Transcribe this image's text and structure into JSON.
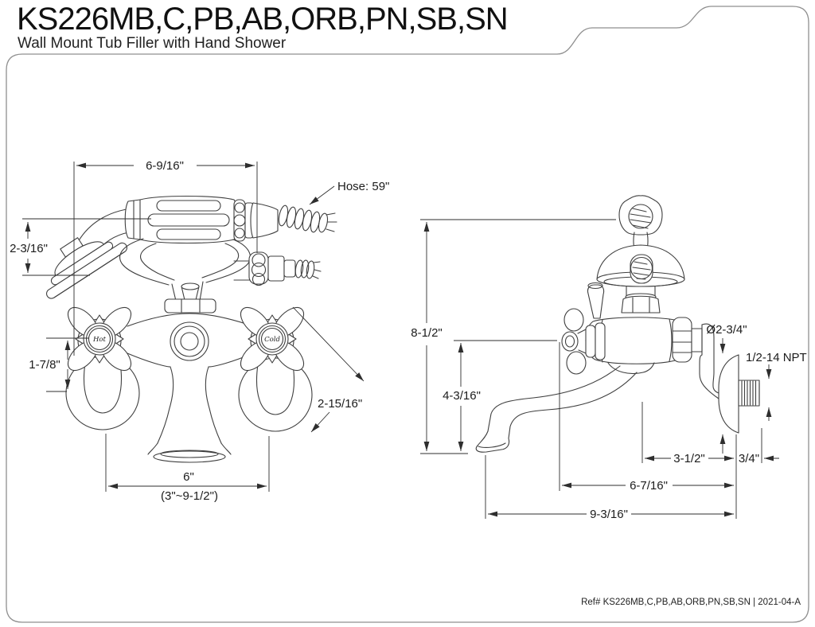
{
  "header": {
    "title": "KS226MB,C,PB,AB,ORB,PN,SB,SN",
    "subtitle": "Wall Mount Tub Filler with Hand Shower"
  },
  "footer": {
    "ref_text": "Ref# KS226MB,C,PB,AB,ORB,PN,SB,SN | 2021-04-A"
  },
  "front_view": {
    "name": "front view with hand shower",
    "dimensions": {
      "grip_to_outlet": "6-9/16\"",
      "hose_length": "Hose: 59\"",
      "head_offset": "2-3/16\"",
      "handle_offset": "1-7/8\"",
      "escutcheon_diameter": "2-15/16\"",
      "handle_centers": "6\"",
      "handle_centers_range": "(3\"~9-1/2\")"
    },
    "handle_labels": {
      "hot": "Hot",
      "cold": "Cold"
    }
  },
  "side_view": {
    "name": "side view wall-mount",
    "dimensions": {
      "overall_height": "8-1/2\"",
      "center_to_spout_drop": "4-3/16\"",
      "flange_diameter": "Ø2-3/4\"",
      "thread_spec": "1/2-14 NPT",
      "wall_to_body_center": "3-1/2\"",
      "nipple_length": "3/4\"",
      "wall_to_handle": "6-7/16\"",
      "wall_to_spout_tip": "9-3/16\""
    }
  },
  "colors": {
    "line": "#3f3f3f",
    "dimension": "#2e2e2e",
    "border": "#8f8f8f",
    "background": "#ffffff"
  }
}
